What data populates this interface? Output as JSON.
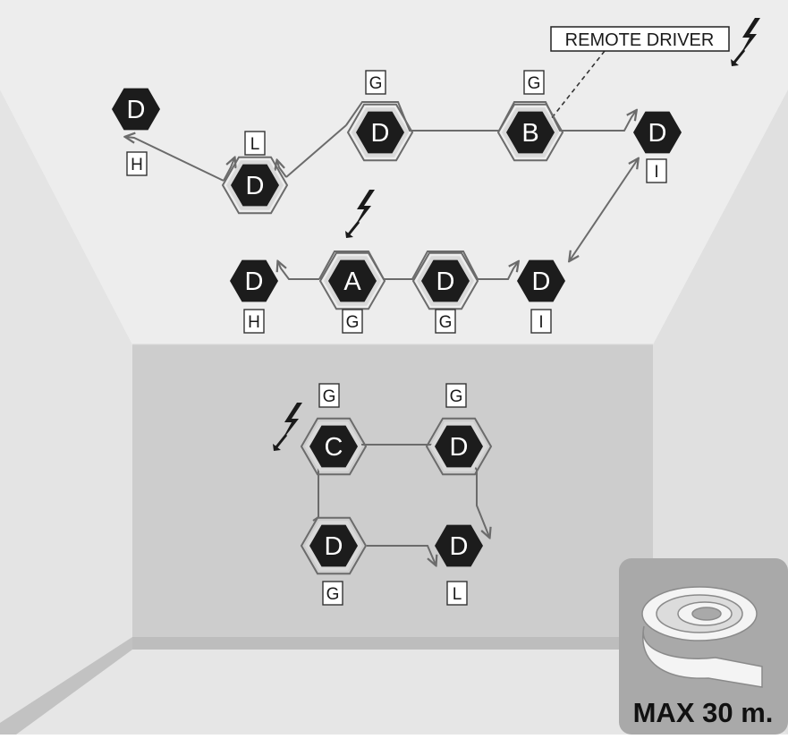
{
  "colors": {
    "ceiling": "#ededed",
    "side_wall_left": "#e4e4e4",
    "side_wall_right": "#e0e0e0",
    "back_wall": "#cdcdcd",
    "floor": "#e6e6e6",
    "hex_fill": "#1c1c1c",
    "wire": "#6b6b6b",
    "label_border": "#333333",
    "badge_bg": "#a9a9a9"
  },
  "remote_driver": {
    "label": "REMOTE DRIVER"
  },
  "max_length": {
    "label": "MAX 30 m.",
    "icon": "tape-roll-icon"
  },
  "power_icon": "lightning-bolt-icon",
  "modules": [
    {
      "id": "ceil-d1",
      "letter": "D",
      "tag": ""
    },
    {
      "id": "ceil-d2",
      "letter": "D",
      "tag": "L"
    },
    {
      "id": "ceil-d3",
      "letter": "D",
      "tag": "G"
    },
    {
      "id": "ceil-b",
      "letter": "B",
      "tag": "G"
    },
    {
      "id": "ceil-d4",
      "letter": "D",
      "tag": "I"
    },
    {
      "id": "mid-d1",
      "letter": "D",
      "tag": "H"
    },
    {
      "id": "mid-a",
      "letter": "A",
      "tag": "G"
    },
    {
      "id": "mid-d2",
      "letter": "D",
      "tag": "G"
    },
    {
      "id": "mid-d3",
      "letter": "D",
      "tag": "I"
    },
    {
      "id": "wall-c",
      "letter": "C",
      "tag": "G"
    },
    {
      "id": "wall-d1",
      "letter": "D",
      "tag": "G"
    },
    {
      "id": "wall-d2",
      "letter": "D",
      "tag": "G"
    },
    {
      "id": "wall-d3",
      "letter": "D",
      "tag": "L"
    }
  ],
  "free_tags": [
    {
      "id": "ceil-end-h",
      "tag": "H"
    }
  ]
}
